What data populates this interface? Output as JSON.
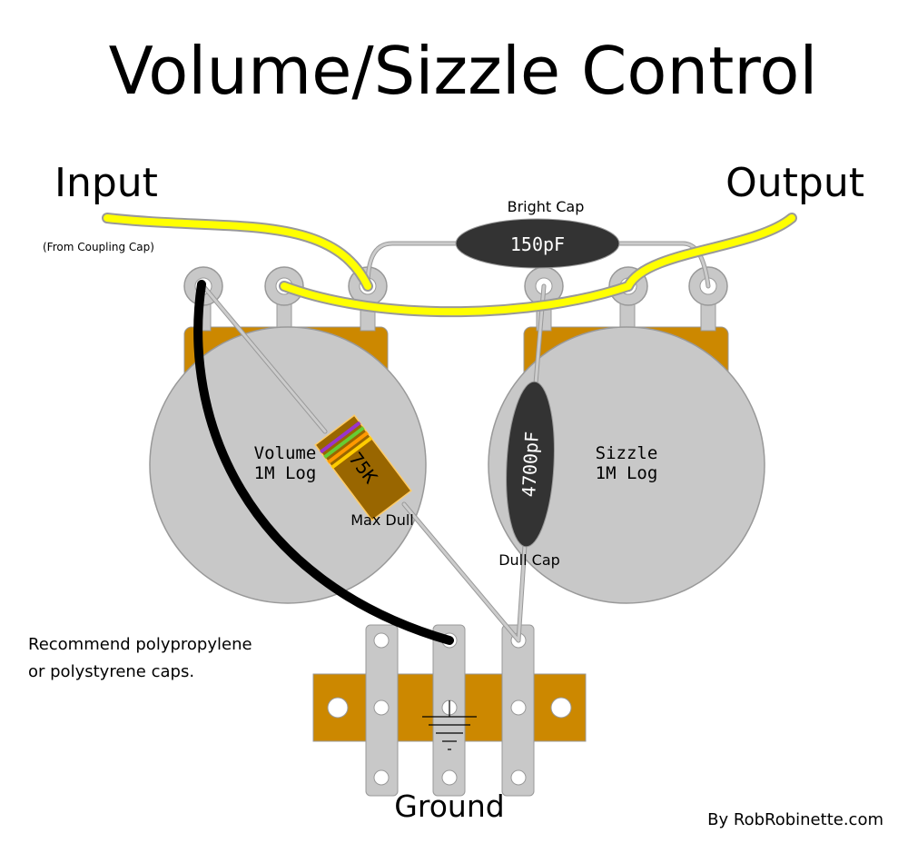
{
  "title": "Volume/Sizzle Control",
  "labels": {
    "input": "Input",
    "input_note": "(From Coupling Cap)",
    "output": "Output",
    "bright_cap_label": "Bright Cap",
    "bright_cap_value": "150pF",
    "volume_pot_name": "Volume",
    "volume_pot_value": "1M Log",
    "sizzle_pot_name": "Sizzle",
    "sizzle_pot_value": "1M Log",
    "resistor_value": "75K",
    "max_dull": "Max Dull",
    "dull_cap_value": "4700pF",
    "dull_cap_label": "Dull Cap",
    "note_line1": "Recommend polypropylene",
    "note_line2": "or polystyrene caps.",
    "ground": "Ground",
    "credit": "By RobRobinette.com"
  },
  "colors": {
    "pot_body": "#c8c8c8",
    "pot_mount": "#cc8800",
    "lug": "#c8c8c8",
    "wire_yellow": "#ffff00",
    "wire_black": "#000000",
    "lead_gray": "#cccccc",
    "cap_body": "#333333",
    "resistor_body": "#996600",
    "ground_strip": "#cc8800"
  }
}
